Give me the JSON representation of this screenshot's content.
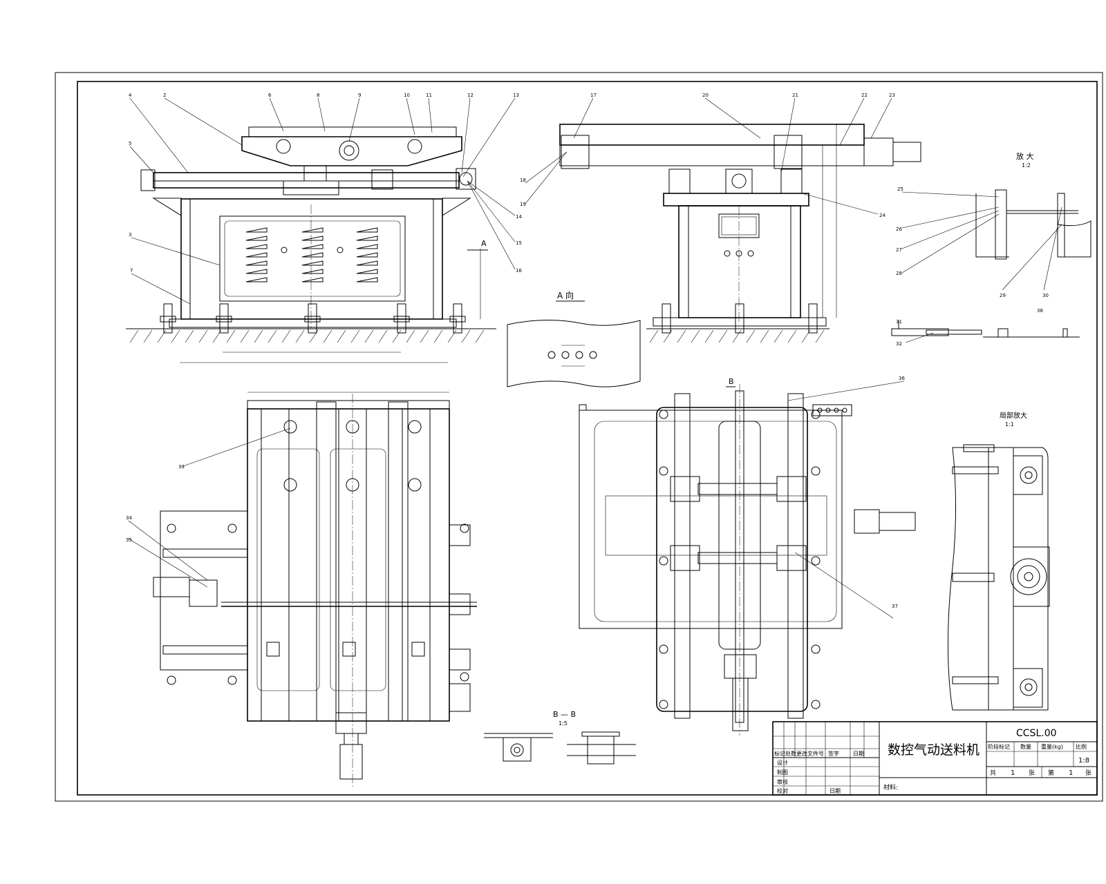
{
  "title_block": {
    "drawing_title": "数控气动送料机",
    "drawing_number": "CCSL.00",
    "scale": "1:8",
    "material_label": "材料:",
    "sheets_total_label": "共",
    "sheets_total": "1",
    "sheet_unit": "张",
    "sheet_no_label": "第",
    "sheet_no": "1",
    "sheet_no_unit": "张",
    "header_labels": [
      "标记",
      "处数",
      "更改文件号",
      "签字",
      "日期"
    ],
    "role_labels": [
      "设计",
      "制图",
      "审核",
      "校对"
    ],
    "role_date": "日期",
    "stage_labels": [
      "阶段标记",
      "数量",
      "重量(kg)",
      "比例"
    ]
  },
  "views": {
    "view_a_label": "A 向",
    "view_a_marker": "A",
    "view_b_marker": "B",
    "section_bb_label": "B — B",
    "section_bb_scale": "1:5",
    "detail_top_label": "放 大",
    "detail_top_scale": "1:2",
    "detail_right_label": "局部放大",
    "detail_right_scale": "1:1"
  },
  "balloons": [
    "4",
    "2",
    "3",
    "7",
    "5",
    "6",
    "8",
    "9",
    "10",
    "11",
    "12",
    "13",
    "14",
    "15",
    "16",
    "17",
    "18",
    "19",
    "20",
    "21",
    "22",
    "23",
    "24",
    "25",
    "26",
    "27",
    "28",
    "29",
    "30",
    "31",
    "32",
    "33",
    "34",
    "35",
    "36",
    "37",
    "38"
  ],
  "colors": {
    "ink": "#000000",
    "paper": "#ffffff"
  }
}
